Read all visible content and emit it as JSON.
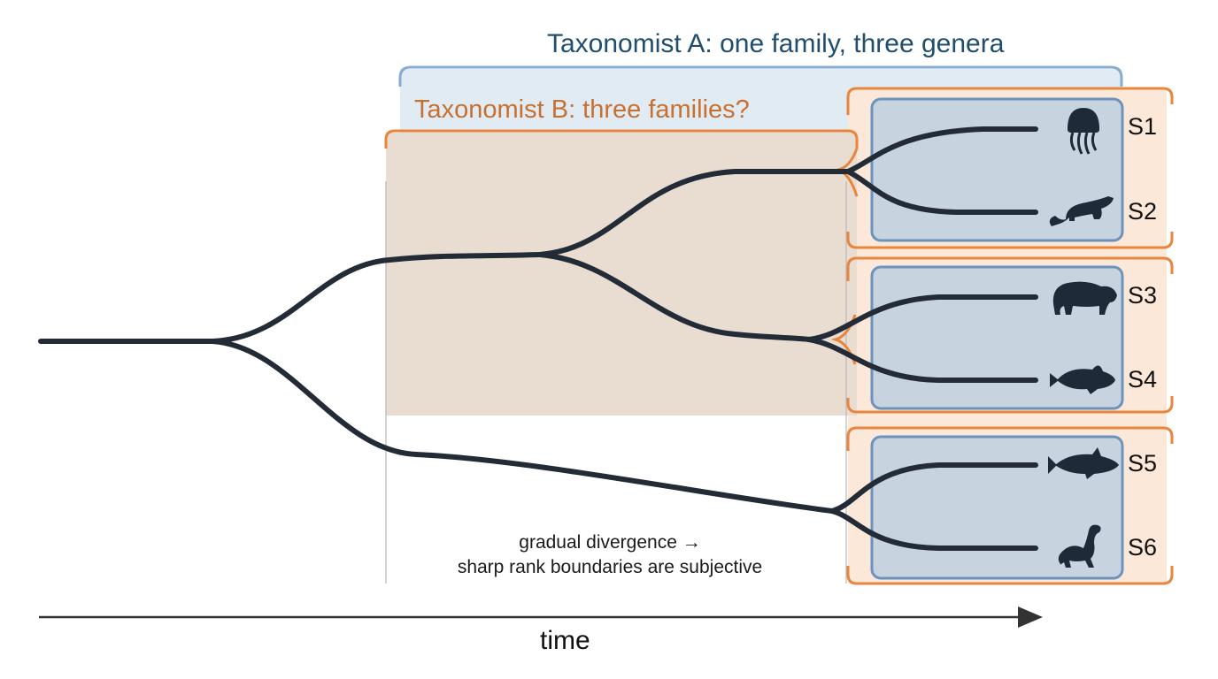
{
  "taxonomist_a": {
    "label": "Taxonomist A: one family, three genera",
    "color": "#2f6a94"
  },
  "taxonomist_b": {
    "label": "Taxonomist B: three families?",
    "color": "#e8863e"
  },
  "species": [
    {
      "label": "S1",
      "icon": "jellyfish-icon"
    },
    {
      "label": "S2",
      "icon": "lizard-icon"
    },
    {
      "label": "S3",
      "icon": "mammal-icon"
    },
    {
      "label": "S4",
      "icon": "fish-icon"
    },
    {
      "label": "S5",
      "icon": "fish-icon"
    },
    {
      "label": "S6",
      "icon": "plesiosaur-icon"
    }
  ],
  "note": {
    "line1": "gradual divergence →",
    "line2": "sharp rank boundaries are subjective"
  },
  "axis": {
    "label": "time"
  },
  "colors": {
    "branch": "#1e2a38",
    "genus_box": "#5b84ad",
    "family_bracket": "#e8863e"
  }
}
